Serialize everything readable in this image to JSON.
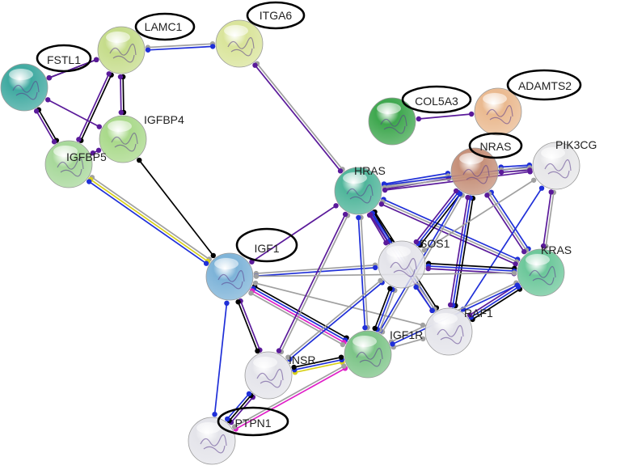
{
  "network": {
    "nodes": [
      {
        "id": "LAMC1",
        "label": "LAMC1",
        "circled": true,
        "color": "#c5dc8a"
      },
      {
        "id": "ITGA6",
        "label": "ITGA6",
        "circled": true,
        "color": "#d9e49a"
      },
      {
        "id": "FSTL1",
        "label": "FSTL1",
        "circled": true,
        "color": "#3fa9a0"
      },
      {
        "id": "IGFBP4",
        "label": "IGFBP4",
        "circled": false,
        "color": "#a9d98a"
      },
      {
        "id": "IGFBP5",
        "label": "IGFBP5",
        "circled": false,
        "color": "#a7d89a"
      },
      {
        "id": "COL5A3",
        "label": "COL5A3",
        "circled": true,
        "color": "#3ea74e"
      },
      {
        "id": "ADAMTS2",
        "label": "ADAMTS2",
        "circled": true,
        "color": "#eab98f"
      },
      {
        "id": "NRAS",
        "label": "NRAS",
        "circled": true,
        "color": "#c58f78"
      },
      {
        "id": "PIK3CG",
        "label": "PIK3CG",
        "circled": false,
        "color": "#e6e6e8"
      },
      {
        "id": "HRAS",
        "label": "HRAS",
        "circled": false,
        "color": "#4fb59a"
      },
      {
        "id": "IGF1",
        "label": "IGF1",
        "circled": true,
        "color": "#7db3d8"
      },
      {
        "id": "SOS1",
        "label": "SOS1",
        "circled": false,
        "color": "#e4e4ea"
      },
      {
        "id": "KRAS",
        "label": "KRAS",
        "circled": false,
        "color": "#6cc79a"
      },
      {
        "id": "RAF1",
        "label": "RAF1",
        "circled": false,
        "color": "#e4e4ea"
      },
      {
        "id": "IGF1R",
        "label": "IGF1R",
        "circled": false,
        "color": "#7cc487"
      },
      {
        "id": "INSR",
        "label": "INSR",
        "circled": false,
        "color": "#e4e4ea"
      },
      {
        "id": "PTPN1",
        "label": "PTPN1",
        "circled": true,
        "color": "#e4e4ea"
      }
    ],
    "edges": [
      {
        "from": "LAMC1",
        "to": "ITGA6",
        "colors": [
          "#a0a0a0",
          "#1f2fd8"
        ]
      },
      {
        "from": "LAMC1",
        "to": "FSTL1",
        "colors": [
          "#000000"
        ]
      },
      {
        "from": "LAMC1",
        "to": "IGFBP4",
        "colors": [
          "#000000",
          "#5a1a9a"
        ]
      },
      {
        "from": "LAMC1",
        "to": "IGFBP5",
        "colors": [
          "#000000",
          "#5a1a9a"
        ]
      },
      {
        "from": "FSTL1",
        "to": "IGFBP4",
        "colors": [
          "#5a1a9a"
        ]
      },
      {
        "from": "FSTL1",
        "to": "IGFBP5",
        "colors": [
          "#000000",
          "#5a1a9a"
        ]
      },
      {
        "from": "FSTL1",
        "to": "LAMC1",
        "colors": [
          "#5a1a9a"
        ]
      },
      {
        "from": "IGFBP4",
        "to": "IGFBP5",
        "colors": [
          "#5a1a9a"
        ]
      },
      {
        "from": "IGFBP4",
        "to": "IGF1",
        "colors": [
          "#000000"
        ]
      },
      {
        "from": "IGFBP5",
        "to": "IGF1",
        "colors": [
          "#a0a0a0",
          "#d8d01a",
          "#1f2fd8"
        ]
      },
      {
        "from": "ITGA6",
        "to": "HRAS",
        "colors": [
          "#a0a0a0",
          "#5a1a9a"
        ]
      },
      {
        "from": "COL5A3",
        "to": "ADAMTS2",
        "colors": [
          "#5a1a9a"
        ]
      },
      {
        "from": "IGF1",
        "to": "HRAS",
        "colors": [
          "#5a1a9a"
        ]
      },
      {
        "from": "IGF1",
        "to": "SOS1",
        "colors": [
          "#a0a0a0",
          "#1f2fd8"
        ]
      },
      {
        "from": "IGF1",
        "to": "IGF1R",
        "colors": [
          "#000000",
          "#1f2fd8",
          "#e020c8",
          "#a0a0a0"
        ]
      },
      {
        "from": "IGF1",
        "to": "INSR",
        "colors": [
          "#5a1a9a",
          "#000000"
        ]
      },
      {
        "from": "IGF1",
        "to": "PTPN1",
        "colors": [
          "#1f2fd8"
        ]
      },
      {
        "from": "IGF1",
        "to": "RAF1",
        "colors": [
          "#a0a0a0"
        ]
      },
      {
        "from": "HRAS",
        "to": "NRAS",
        "colors": [
          "#1f2fd8",
          "#a0a0a0",
          "#5a1a9a"
        ]
      },
      {
        "from": "HRAS",
        "to": "SOS1",
        "colors": [
          "#000000",
          "#1f2fd8",
          "#5a1a9a"
        ]
      },
      {
        "from": "HRAS",
        "to": "KRAS",
        "colors": [
          "#1f2fd8",
          "#a0a0a0",
          "#5a1a9a"
        ]
      },
      {
        "from": "HRAS",
        "to": "RAF1",
        "colors": [
          "#000000",
          "#1f2fd8",
          "#5a1a9a"
        ]
      },
      {
        "from": "HRAS",
        "to": "PIK3CG",
        "colors": [
          "#1f2fd8",
          "#a0a0a0",
          "#5a1a9a"
        ]
      },
      {
        "from": "HRAS",
        "to": "IGF1R",
        "colors": [
          "#a0a0a0",
          "#1f2fd8"
        ]
      },
      {
        "from": "HRAS",
        "to": "INSR",
        "colors": [
          "#a0a0a0",
          "#5a1a9a"
        ]
      },
      {
        "from": "NRAS",
        "to": "SOS1",
        "colors": [
          "#000000",
          "#1f2fd8",
          "#5a1a9a"
        ]
      },
      {
        "from": "NRAS",
        "to": "KRAS",
        "colors": [
          "#1f2fd8",
          "#a0a0a0",
          "#5a1a9a"
        ]
      },
      {
        "from": "NRAS",
        "to": "RAF1",
        "colors": [
          "#000000",
          "#1f2fd8",
          "#5a1a9a"
        ]
      },
      {
        "from": "NRAS",
        "to": "PIK3CG",
        "colors": [
          "#1f2fd8",
          "#a0a0a0",
          "#5a1a9a"
        ]
      },
      {
        "from": "NRAS",
        "to": "IGF1R",
        "colors": [
          "#a0a0a0",
          "#1f2fd8"
        ]
      },
      {
        "from": "PIK3CG",
        "to": "KRAS",
        "colors": [
          "#a0a0a0",
          "#5a1a9a"
        ]
      },
      {
        "from": "PIK3CG",
        "to": "SOS1",
        "colors": [
          "#a0a0a0"
        ]
      },
      {
        "from": "PIK3CG",
        "to": "RAF1",
        "colors": [
          "#1f2fd8"
        ]
      },
      {
        "from": "SOS1",
        "to": "KRAS",
        "colors": [
          "#000000",
          "#1f2fd8",
          "#5a1a9a"
        ]
      },
      {
        "from": "SOS1",
        "to": "RAF1",
        "colors": [
          "#a0a0a0",
          "#1f2fd8"
        ]
      },
      {
        "from": "SOS1",
        "to": "IGF1R",
        "colors": [
          "#a0a0a0",
          "#1f2fd8",
          "#000000"
        ]
      },
      {
        "from": "SOS1",
        "to": "INSR",
        "colors": [
          "#1f2fd8",
          "#a0a0a0"
        ]
      },
      {
        "from": "KRAS",
        "to": "RAF1",
        "colors": [
          "#000000",
          "#1f2fd8",
          "#5a1a9a"
        ]
      },
      {
        "from": "IGF1R",
        "to": "INSR",
        "colors": [
          "#d8d01a",
          "#1f2fd8",
          "#000000"
        ]
      },
      {
        "from": "IGF1R",
        "to": "RAF1",
        "colors": [
          "#a0a0a0"
        ]
      },
      {
        "from": "IGF1R",
        "to": "PTPN1",
        "colors": [
          "#e020c8",
          "#a0a0a0"
        ]
      },
      {
        "from": "IGF1R",
        "to": "KRAS",
        "colors": [
          "#a0a0a0",
          "#1f2fd8"
        ]
      },
      {
        "from": "INSR",
        "to": "PTPN1",
        "colors": [
          "#5a1a9a",
          "#000000",
          "#1f2fd8"
        ]
      },
      {
        "from": "IGF1",
        "to": "KRAS",
        "colors": [
          "#a0a0a0"
        ]
      }
    ]
  },
  "colors": {
    "circle_outline": "#000000",
    "label_text": "#222222",
    "background": "#ffffff"
  }
}
